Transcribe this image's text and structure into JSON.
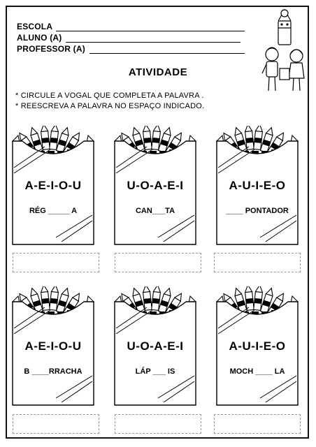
{
  "header": {
    "school_label": "ESCOLA",
    "student_label": "ALUNO (A)",
    "teacher_label": "PROFESSOR (A)"
  },
  "title": "ATIVIDADE",
  "instructions": [
    "* CIRCULE A VOGAL QUE COMPLETA A PALAVRA .",
    "* REESCREVA A PALAVRA NO ESPAÇO INDICADO."
  ],
  "cards": [
    {
      "vowels": "A-E-I-O-U",
      "word": "RÉG _____ A"
    },
    {
      "vowels": "U-O-A-E-I",
      "word": "CAN___TA"
    },
    {
      "vowels": "A-U-I-E-O",
      "word": "____ PONTADOR"
    },
    {
      "vowels": "A-E-I-O-U",
      "word": "B ____RRACHA"
    },
    {
      "vowels": "U-O-A-E-I",
      "word": "LÁP ___ IS"
    },
    {
      "vowels": "A-U-I-E-O",
      "word": "MOCH ____ LA"
    }
  ],
  "icons": {
    "crayon_box": "crayon-box-icon",
    "children": "children-illustration-icon"
  }
}
